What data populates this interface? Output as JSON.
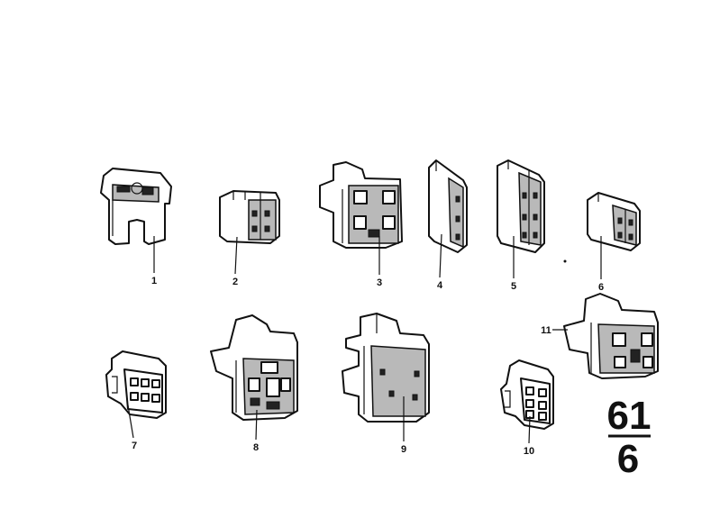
{
  "diagram": {
    "callouts": [
      "1",
      "2",
      "3",
      "4",
      "5",
      "6",
      "7",
      "8",
      "9",
      "10",
      "11"
    ],
    "group": {
      "main": "61",
      "sub": "6"
    }
  }
}
